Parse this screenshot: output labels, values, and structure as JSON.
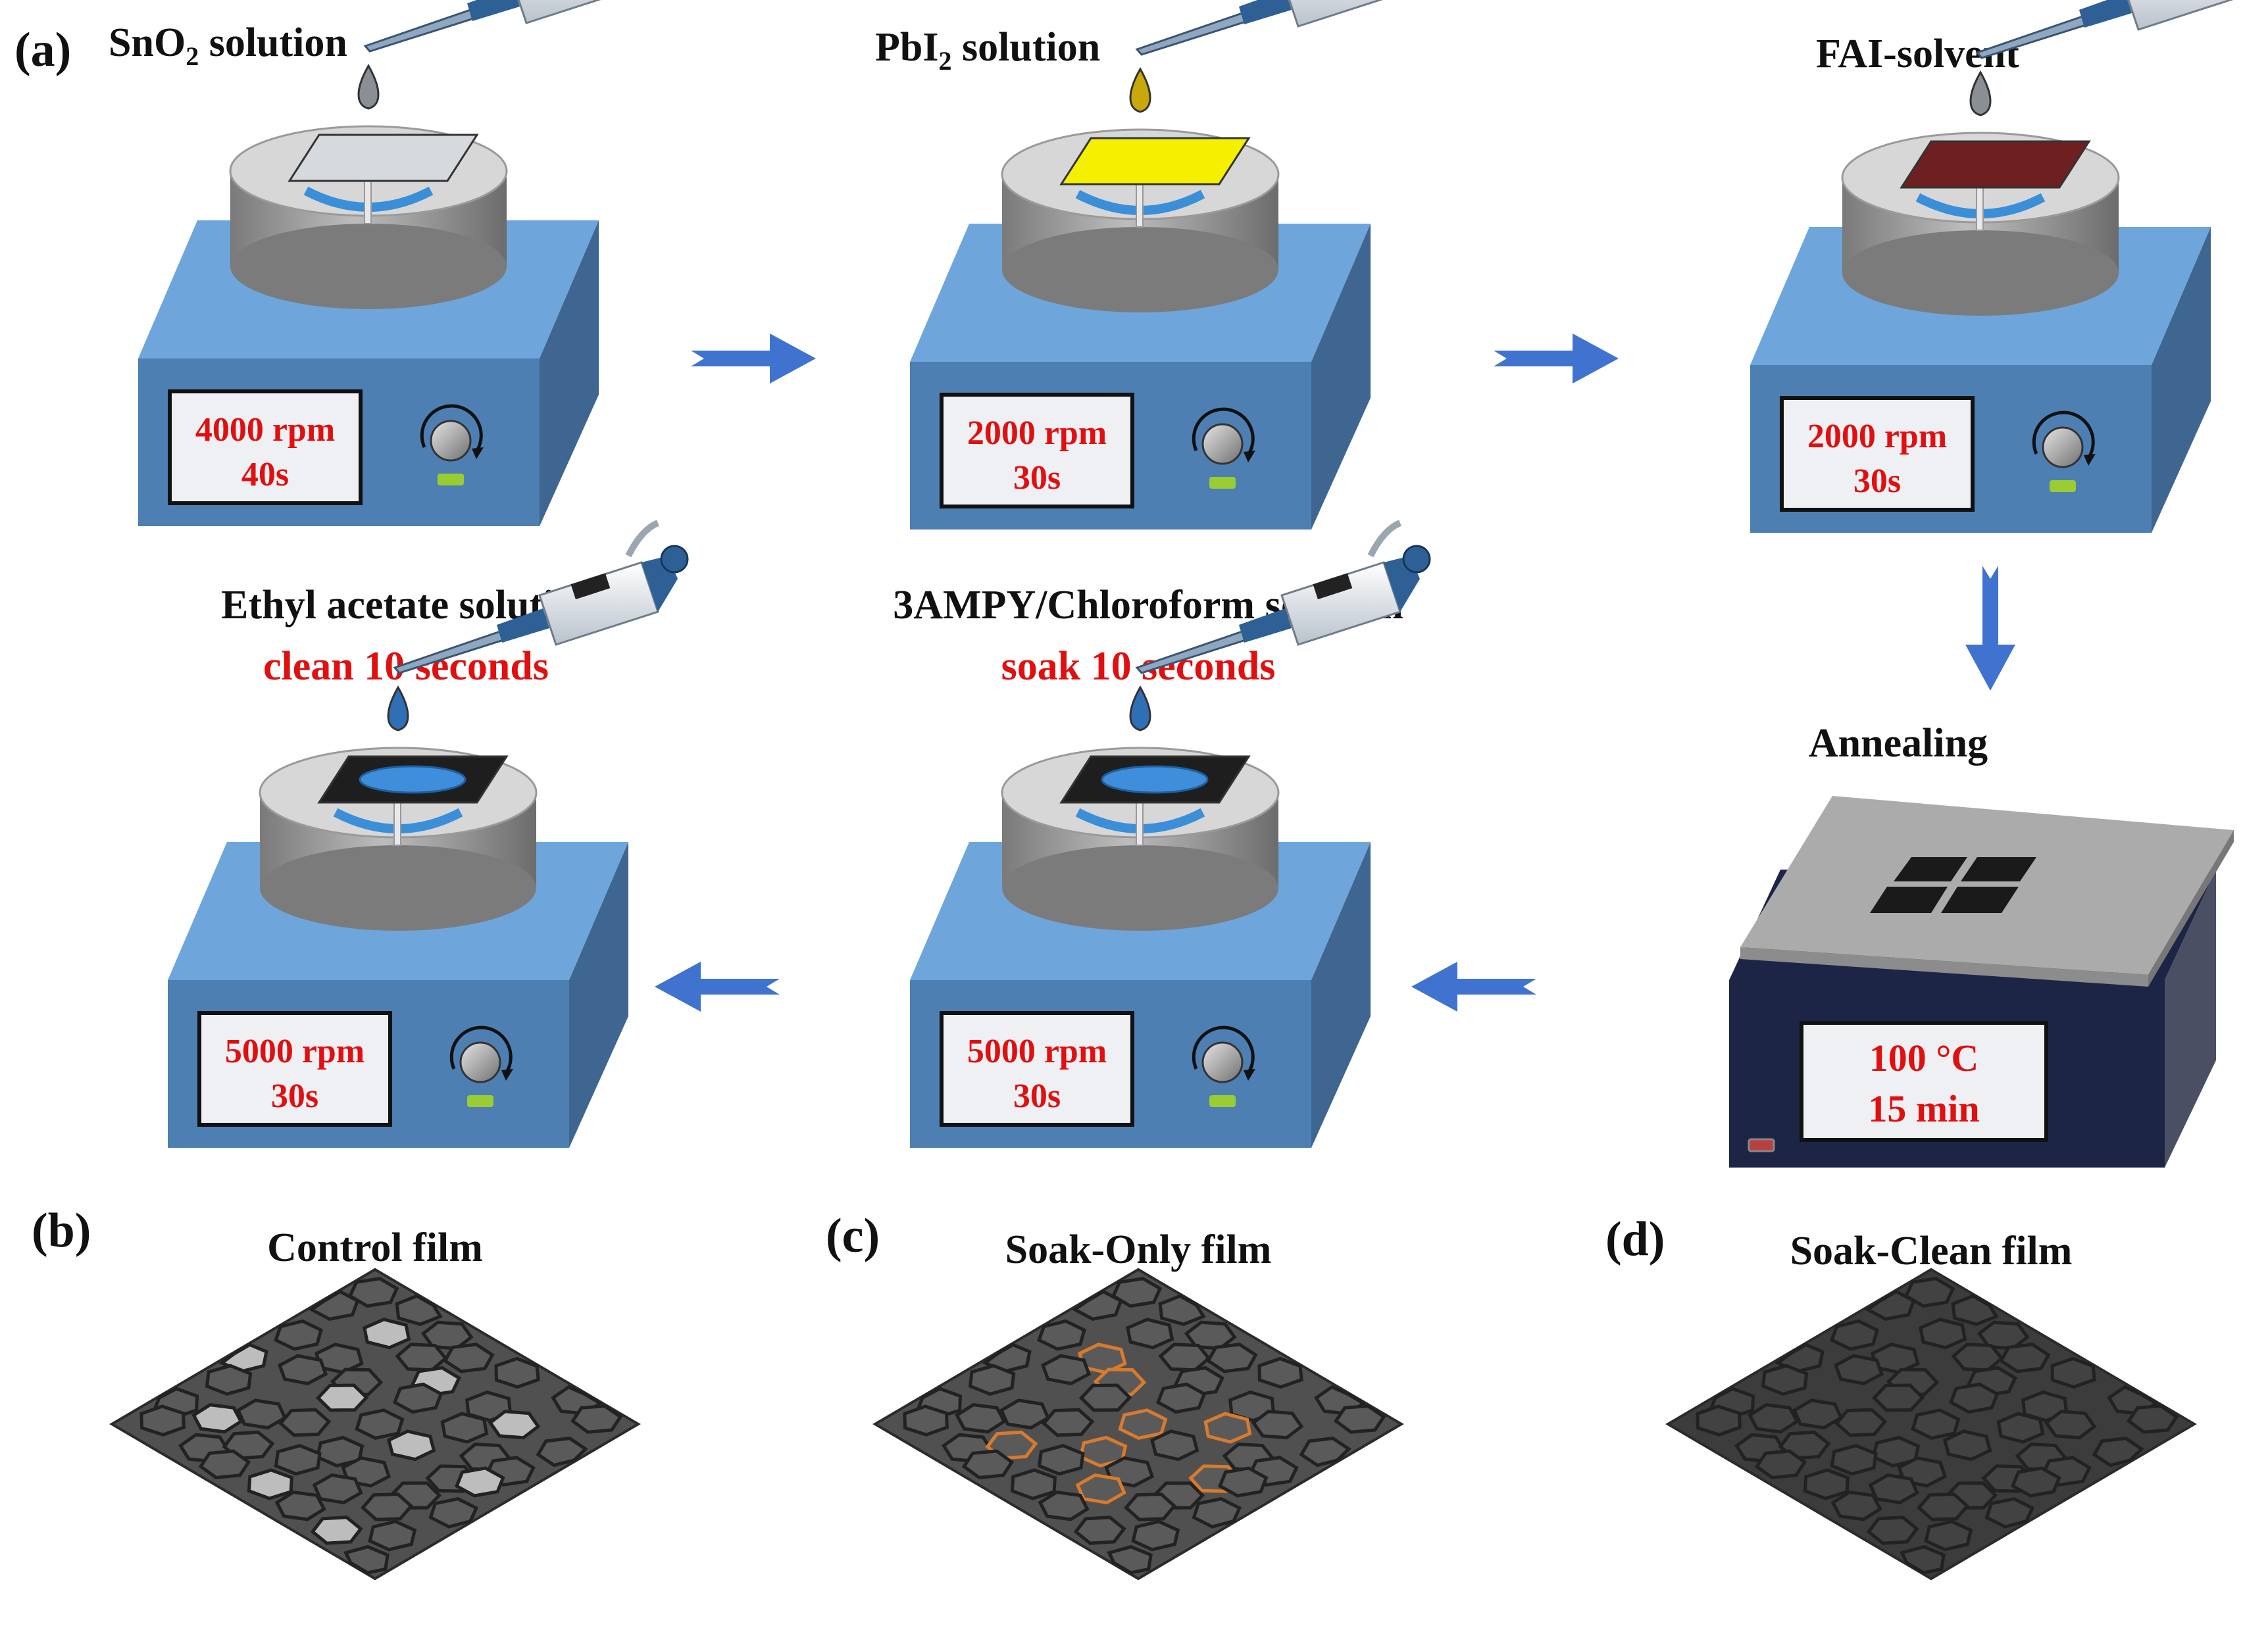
{
  "panel_labels": {
    "a": "(a)",
    "b": "(b)",
    "c": "(c)",
    "d": "(d)"
  },
  "steps": [
    {
      "title_main": "SnO",
      "title_sub": "2",
      "title_rest": " solution",
      "speed": "4000 rpm",
      "time": "40s",
      "substrate_color": "#d6dadf",
      "drop_color": "#8a8f96"
    },
    {
      "title_main": "PbI",
      "title_sub": "2",
      "title_rest": " solution",
      "speed": "2000 rpm",
      "time": "30s",
      "substrate_color": "#f4f000",
      "drop_color": "#c8a80a"
    },
    {
      "title_main": "FAI-solvent",
      "speed": "2000 rpm",
      "time": "30s",
      "substrate_color": "#6e1f1f",
      "drop_color": "#8a8f96"
    },
    {
      "title": "Annealing",
      "temperature": "100 °C",
      "duration": "15 min"
    },
    {
      "title": "3AMPY/Chloroform solution",
      "action": "soak 10 seconds",
      "speed": "5000 rpm",
      "time": "30s",
      "substrate_color": "#1e1e1e",
      "drop_color": "#2f6fb5"
    },
    {
      "title": "Ethyl acetate solution",
      "action": "clean 10 seconds",
      "speed": "5000 rpm",
      "time": "30s",
      "substrate_color": "#1e1e1e",
      "drop_color": "#2f6fb5"
    }
  ],
  "films": [
    {
      "title": "Control film",
      "style": "control"
    },
    {
      "title": "Soak-Only film",
      "style": "soak"
    },
    {
      "title": "Soak-Clean film",
      "style": "clean"
    }
  ],
  "colors": {
    "box_front": "#4d7fb3",
    "box_top": "#6ea6dc",
    "box_side": "#3e6690",
    "arrow": "#3f73cf",
    "display_bg": "#eef0f4",
    "highlight": "#d97a2c",
    "annealer_front": "#1d2547"
  }
}
